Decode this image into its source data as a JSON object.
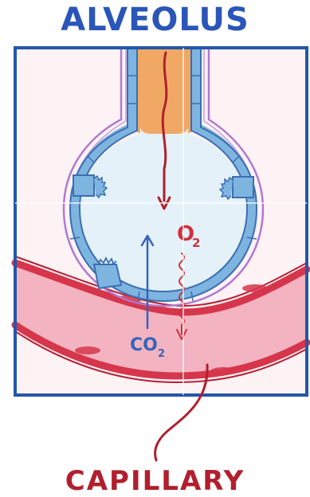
{
  "diagram": {
    "title": "ALVEOLUS",
    "bottom_label": "CAPILLARY",
    "gas_down": "O",
    "gas_down_sub": "2",
    "gas_up": "CO",
    "gas_up_sub": "2"
  },
  "colors": {
    "frame_blue": "#2356a8",
    "title_blue": "#2a56b8",
    "label_red": "#b11f2e",
    "alveolus_fill": "#e4f1f8",
    "alveolus_wall": "#7eb4e0",
    "alveolus_wall_dark": "#3d6fb0",
    "membrane_purple": "#b07ad0",
    "airway_orange": "#f0a864",
    "capillary_fill": "#f3b3c0",
    "capillary_wall": "#d6364b",
    "background_pink": "#fdf2f4",
    "o2_red": "#d2303c",
    "co2_blue": "#3565b8"
  },
  "icons": {
    "o2_arrow": "arrow-down-icon",
    "co2_arrow": "arrow-up-icon",
    "diffusion_wave": "wavy-arrow-icon"
  }
}
